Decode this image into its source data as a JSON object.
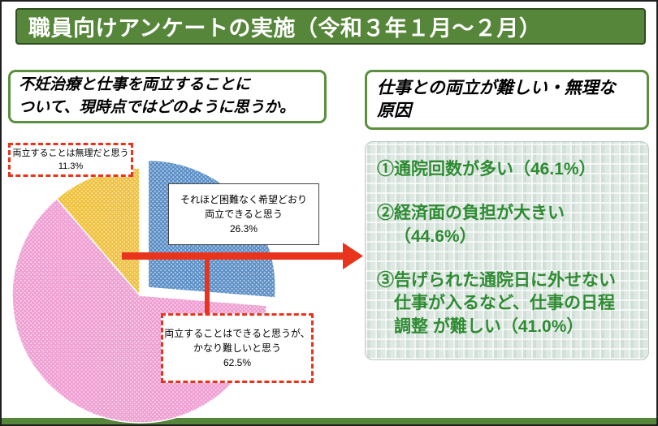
{
  "page": {
    "title": "職員向けアンケートの実施（令和３年１月～２月）"
  },
  "question_panel": {
    "text": "不妊治療と仕事を両立することに\nついて、現時点ではどのように思うか。"
  },
  "causes_panel": {
    "heading": "仕事との両立が難しい・無理な\n原因",
    "items": [
      "①通院回数が多い（46.1%）",
      "②経済面の負担が大きい（44.6%）",
      "③告げられた通院日に外せない\n仕事が入るなど、仕事の日程\n調整 が難しい（41.0%）"
    ]
  },
  "chart_data": {
    "type": "pie",
    "title": "不妊治療と仕事を両立することについて、現時点ではどのように思うか。",
    "unit": "%",
    "start_angle_deg": 0,
    "direction": "clockwise",
    "slices": [
      {
        "label": "それほど困難なく希望どおり両立できると思う",
        "value": 26.3,
        "color": "#5b8fc6",
        "exploded": true
      },
      {
        "label": "両立することはできると思うが、かなり難しいと思う",
        "value": 62.5,
        "color": "#ef9ed2",
        "exploded": false
      },
      {
        "label": "両立することは無理だと思う",
        "value": 11.3,
        "color": "#f0c03a",
        "exploded": false
      }
    ],
    "labels": {
      "impossible": "両立することは無理だと思う\n11.3%",
      "no_difficulty": "それほど困難なく希望どおり\n両立できると思う\n26.3%",
      "difficult": "両立することはできると思うが、\nかなり難しいと思う\n62.5%"
    }
  },
  "colors": {
    "header_green": "#56863a",
    "border_green": "#5b8f3e",
    "arrow_red": "#e8341c",
    "cause_text_green": "#2e8b32"
  }
}
